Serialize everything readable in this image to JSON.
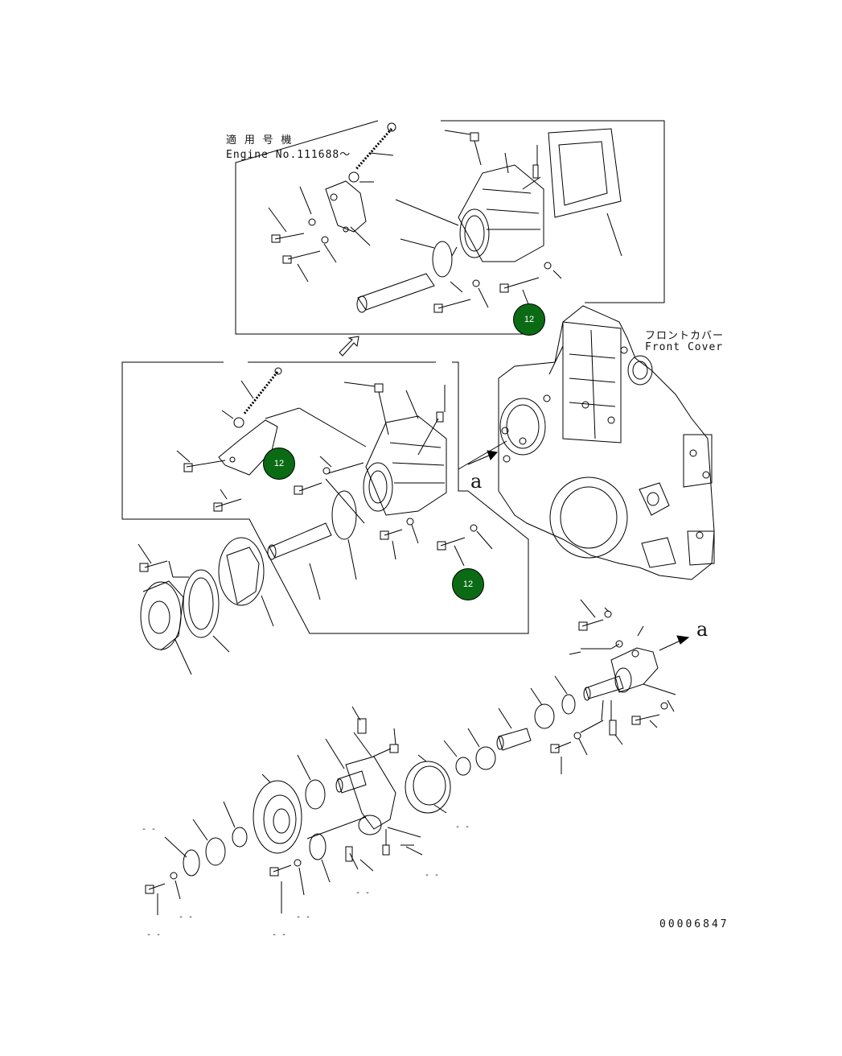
{
  "header": {
    "applicable_jp": "適 用 号 機",
    "engine_no": "Engine No.111688～"
  },
  "front_cover": {
    "label_jp": "フロントカバー",
    "label_en": "Front Cover"
  },
  "arrow_tags": {
    "left": "a",
    "right": "a"
  },
  "callouts": [
    {
      "number": "12"
    },
    {
      "number": "12"
    },
    {
      "number": "12"
    }
  ],
  "drawing_number": "00006847",
  "colors": {
    "callout_fill": "#0a6b14",
    "line": "#000000"
  }
}
